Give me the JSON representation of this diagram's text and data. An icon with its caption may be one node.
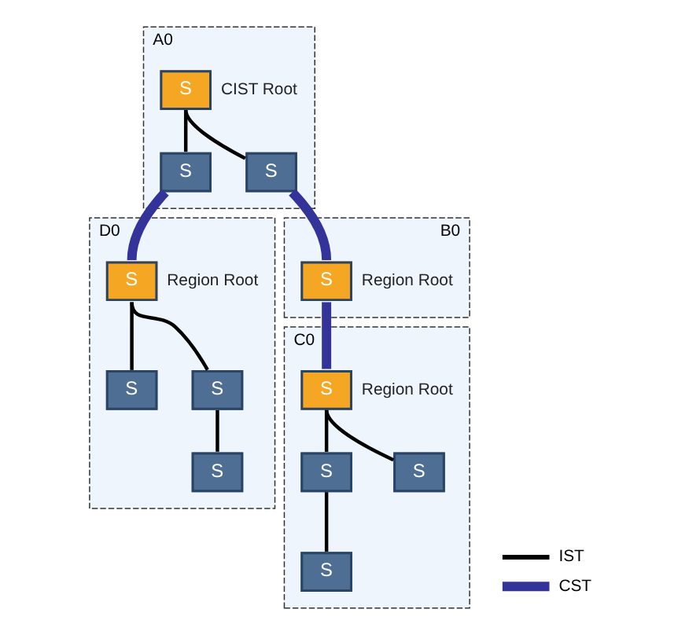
{
  "diagram": {
    "nodes": [
      {
        "text": [
          "A0"
        ]
      },
      {
        "text": [
          "S"
        ],
        "in": 0,
        "beside": [
          "CIST Root"
        ]
      },
      {
        "text": [
          "S"
        ],
        "in": 0
      },
      {
        "text": [
          "S"
        ],
        "in": 0
      },
      {
        "text": [
          "D0"
        ]
      },
      {
        "text": [
          "S"
        ],
        "in": 4,
        "beside": [
          "Region Root"
        ]
      },
      {
        "text": [
          "S"
        ],
        "in": 4
      },
      {
        "text": [
          "S"
        ],
        "in": 4
      },
      {
        "text": [
          "S"
        ],
        "in": 4
      },
      {
        "text": [
          "B0"
        ]
      },
      {
        "text": [
          "S"
        ],
        "in": 9,
        "beside": [
          "Region Root"
        ]
      },
      {
        "text": [
          "C0"
        ]
      },
      {
        "text": [
          "S"
        ],
        "in": 11,
        "beside": [
          "Region Root"
        ]
      },
      {
        "text": [
          "S"
        ],
        "in": 11
      },
      {
        "text": [
          "S"
        ],
        "in": 11
      },
      {
        "text": [
          "S"
        ],
        "in": 11
      }
    ],
    "edges": [
      {
        "from": 1,
        "to": 2,
        "arrow": "none"
      },
      {
        "from": 1,
        "to": 3,
        "arrow": "none"
      },
      {
        "from": 2,
        "to": 5,
        "arrow": "none",
        "style": "thick",
        "color": "#333399"
      },
      {
        "from": 3,
        "to": 10,
        "arrow": "none",
        "style": "thick",
        "color": "#333399"
      },
      {
        "from": 5,
        "to": 6,
        "arrow": "none"
      },
      {
        "from": 5,
        "to": 7,
        "arrow": "none"
      },
      {
        "from": 7,
        "to": 8,
        "arrow": "none"
      },
      {
        "from": 10,
        "to": 12,
        "arrow": "none",
        "style": "thick",
        "color": "#333399"
      },
      {
        "from": 12,
        "to": 13,
        "arrow": "none"
      },
      {
        "from": 12,
        "to": 14,
        "arrow": "none"
      },
      {
        "from": 13,
        "to": 15,
        "arrow": "none"
      }
    ],
    "legend": [
      {
        "text": "IST"
      },
      {
        "text": "CST"
      }
    ]
  }
}
